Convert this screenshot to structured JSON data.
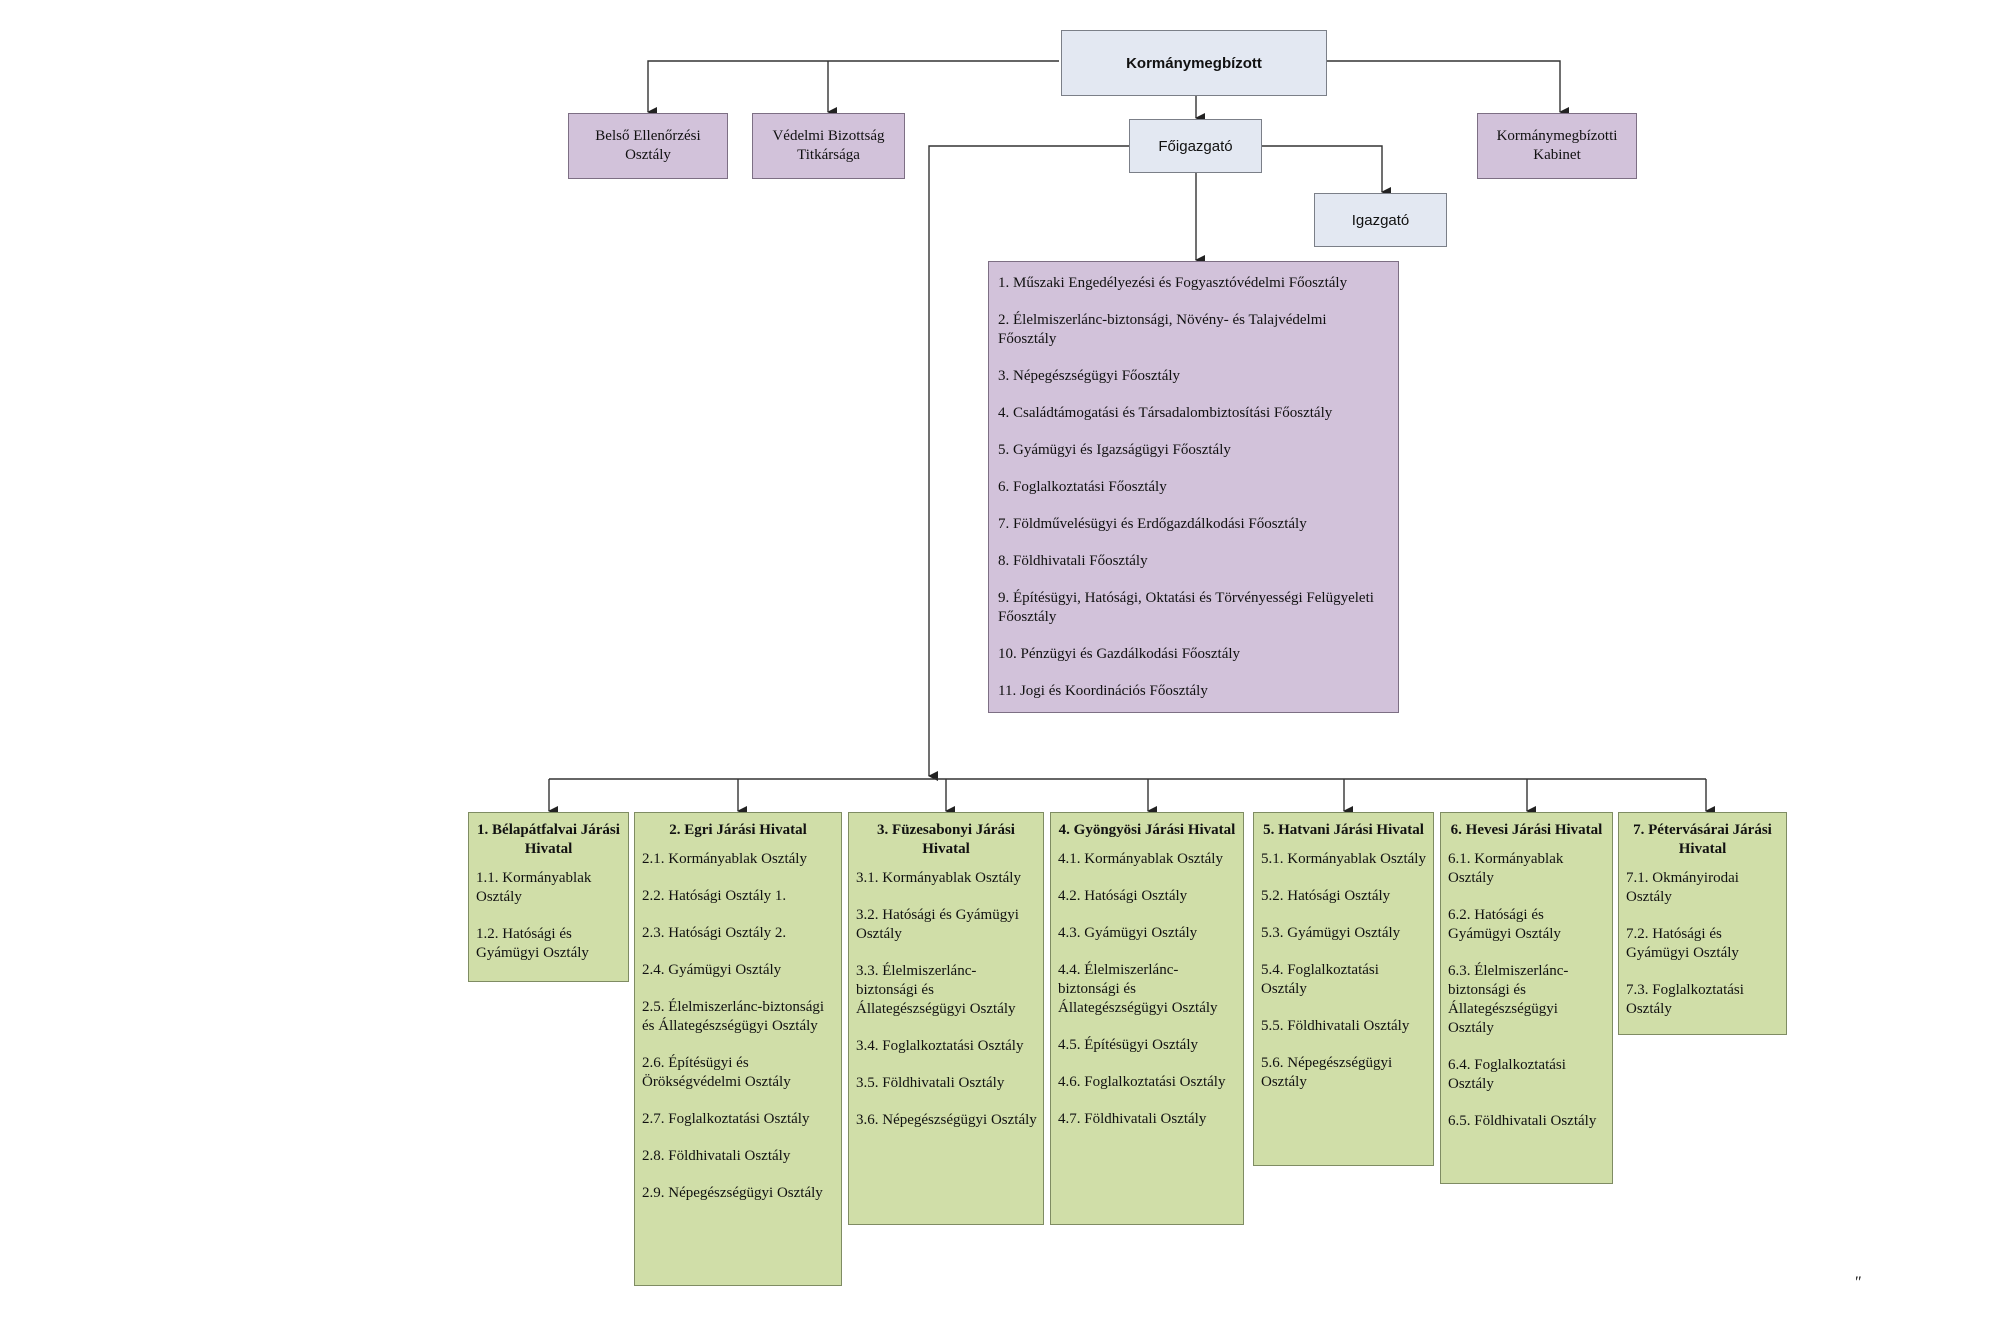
{
  "top": {
    "title": "Kormánymegbízott"
  },
  "staff": {
    "internal_audit": "Belső Ellenőrzési Osztály",
    "defense_secretariat": "Védelmi Bizottság Titkársága",
    "cabinet": "Kormánymegbízotti Kabinet"
  },
  "director_general": "Főigazgató",
  "director": "Igazgató",
  "departments": [
    "1. Műszaki Engedélyezési és Fogyasztóvédelmi Főosztály",
    "2. Élelmiszerlánc-biztonsági, Növény- és Talajvédelmi Főosztály",
    "3. Népegészségügyi Főosztály",
    "4. Családtámogatási és Társadalombiztosítási Főosztály",
    "5. Gyámügyi és Igazságügyi Főosztály",
    "6. Foglalkoztatási Főosztály",
    "7. Földművelésügyi és Erdőgazdálkodási Főosztály",
    "8. Földhivatali Főosztály",
    "9. Építésügyi, Hatósági, Oktatási és Törvényességi Felügyeleti Főosztály",
    "10. Pénzügyi és Gazdálkodási Főosztály",
    "11. Jogi és Koordinációs Főosztály"
  ],
  "district_offices": [
    {
      "title": "1. Bélapátfalvai Járási Hivatal",
      "units": [
        "1.1. Kormányablak Osztály",
        "1.2. Hatósági és Gyámügyi Osztály"
      ]
    },
    {
      "title": "2. Egri Járási Hivatal",
      "units": [
        "2.1. Kormányablak Osztály",
        "2.2. Hatósági Osztály 1.",
        "2.3. Hatósági Osztály 2.",
        "2.4. Gyámügyi Osztály",
        "2.5. Élelmiszerlánc-biztonsági és Állategészségügyi Osztály",
        "2.6. Építésügyi és Örökségvédelmi Osztály",
        "2.7. Foglalkoztatási Osztály",
        "2.8. Földhivatali Osztály",
        "2.9. Népegészségügyi Osztály"
      ]
    },
    {
      "title": "3. Füzesabonyi Járási Hivatal",
      "units": [
        "3.1. Kormányablak Osztály",
        "3.2. Hatósági és Gyámügyi Osztály",
        "3.3. Élelmiszerlánc-biztonsági és Állategészségügyi Osztály",
        "3.4. Foglalkoztatási Osztály",
        "3.5. Földhivatali Osztály",
        "3.6. Népegészségügyi Osztály"
      ]
    },
    {
      "title": "4. Gyöngyösi Járási Hivatal",
      "units": [
        "4.1. Kormányablak Osztály",
        "4.2. Hatósági Osztály",
        "4.3. Gyámügyi Osztály",
        "4.4. Élelmiszerlánc-biztonsági és Állategészségügyi Osztály",
        "4.5. Építésügyi Osztály",
        "4.6. Foglalkoztatási Osztály",
        "4.7. Földhivatali Osztály"
      ]
    },
    {
      "title": "5. Hatvani Járási Hivatal",
      "units": [
        "5.1. Kormányablak Osztály",
        "5.2. Hatósági Osztály",
        "5.3. Gyámügyi Osztály",
        "5.4. Foglalkoztatási Osztály",
        "5.5. Földhivatali Osztály",
        "5.6. Népegészségügyi Osztály"
      ]
    },
    {
      "title": "6. Hevesi Járási Hivatal",
      "units": [
        "6.1. Kormányablak Osztály",
        "6.2. Hatósági és Gyámügyi Osztály",
        "6.3. Élelmiszerlánc-biztonsági és Állategészségügyi Osztály",
        "6.4. Foglalkoztatási Osztály",
        "6.5. Földhivatali Osztály"
      ]
    },
    {
      "title": "7. Pétervásárai Járási Hivatal",
      "units": [
        "7.1. Okmányirodai Osztály",
        "7.2. Hatósági és Gyámügyi Osztály",
        "7.3. Foglalkoztatási Osztály"
      ]
    }
  ],
  "closing_mark": "\""
}
